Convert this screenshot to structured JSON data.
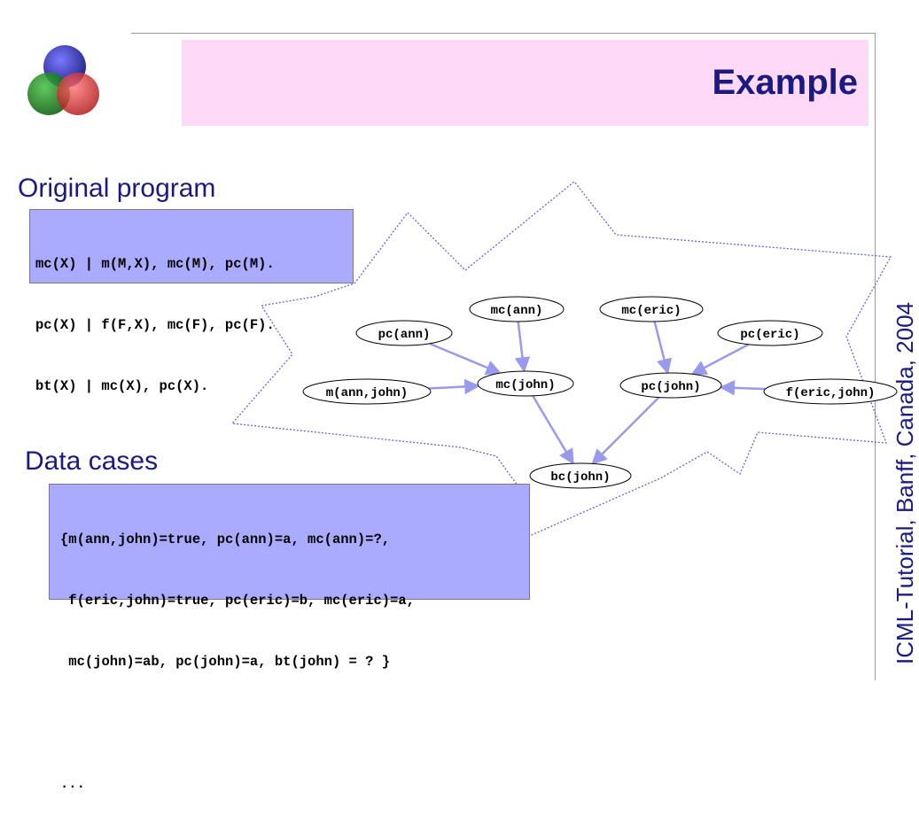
{
  "header": {
    "title": "Example"
  },
  "sidebar": {
    "text": "ICML-Tutorial, Banff, Canada, 2004"
  },
  "original_program": {
    "heading": "Original program",
    "lines": [
      "mc(X) | m(M,X), mc(M), pc(M).",
      "pc(X) | f(F,X), mc(F), pc(F).",
      "bt(X) | mc(X), pc(X)."
    ]
  },
  "data_cases": {
    "heading": "Data cases",
    "lines": [
      "{m(ann,john)=true, pc(ann)=a, mc(ann)=?,",
      " f(eric,john)=true, pc(eric)=b, mc(eric)=a,",
      " mc(john)=ab, pc(john)=a, bt(john) = ? }",
      "",
      "..."
    ]
  },
  "diagram": {
    "nodes": {
      "mc_ann": "mc(ann)",
      "mc_eric": "mc(eric)",
      "pc_ann": "pc(ann)",
      "pc_eric": "pc(eric)",
      "m_ann_john": "m(ann,john)",
      "mc_john": "mc(john)",
      "pc_john": "pc(john)",
      "f_eric_john": "f(eric,john)",
      "bc_john": "bc(john)"
    },
    "edges": [
      [
        "pc_ann",
        "mc_john"
      ],
      [
        "mc_ann",
        "mc_john"
      ],
      [
        "m_ann_john",
        "mc_john"
      ],
      [
        "mc_eric",
        "pc_john"
      ],
      [
        "pc_eric",
        "pc_john"
      ],
      [
        "f_eric_john",
        "pc_john"
      ],
      [
        "mc_john",
        "bc_john"
      ],
      [
        "pc_john",
        "bc_john"
      ]
    ]
  },
  "colors": {
    "title": "#1a1a80",
    "title_band": "#ffd9f7",
    "box_fill": "#aaaaff",
    "edge": "#9999ee",
    "burst_outline": "#6666cc"
  }
}
